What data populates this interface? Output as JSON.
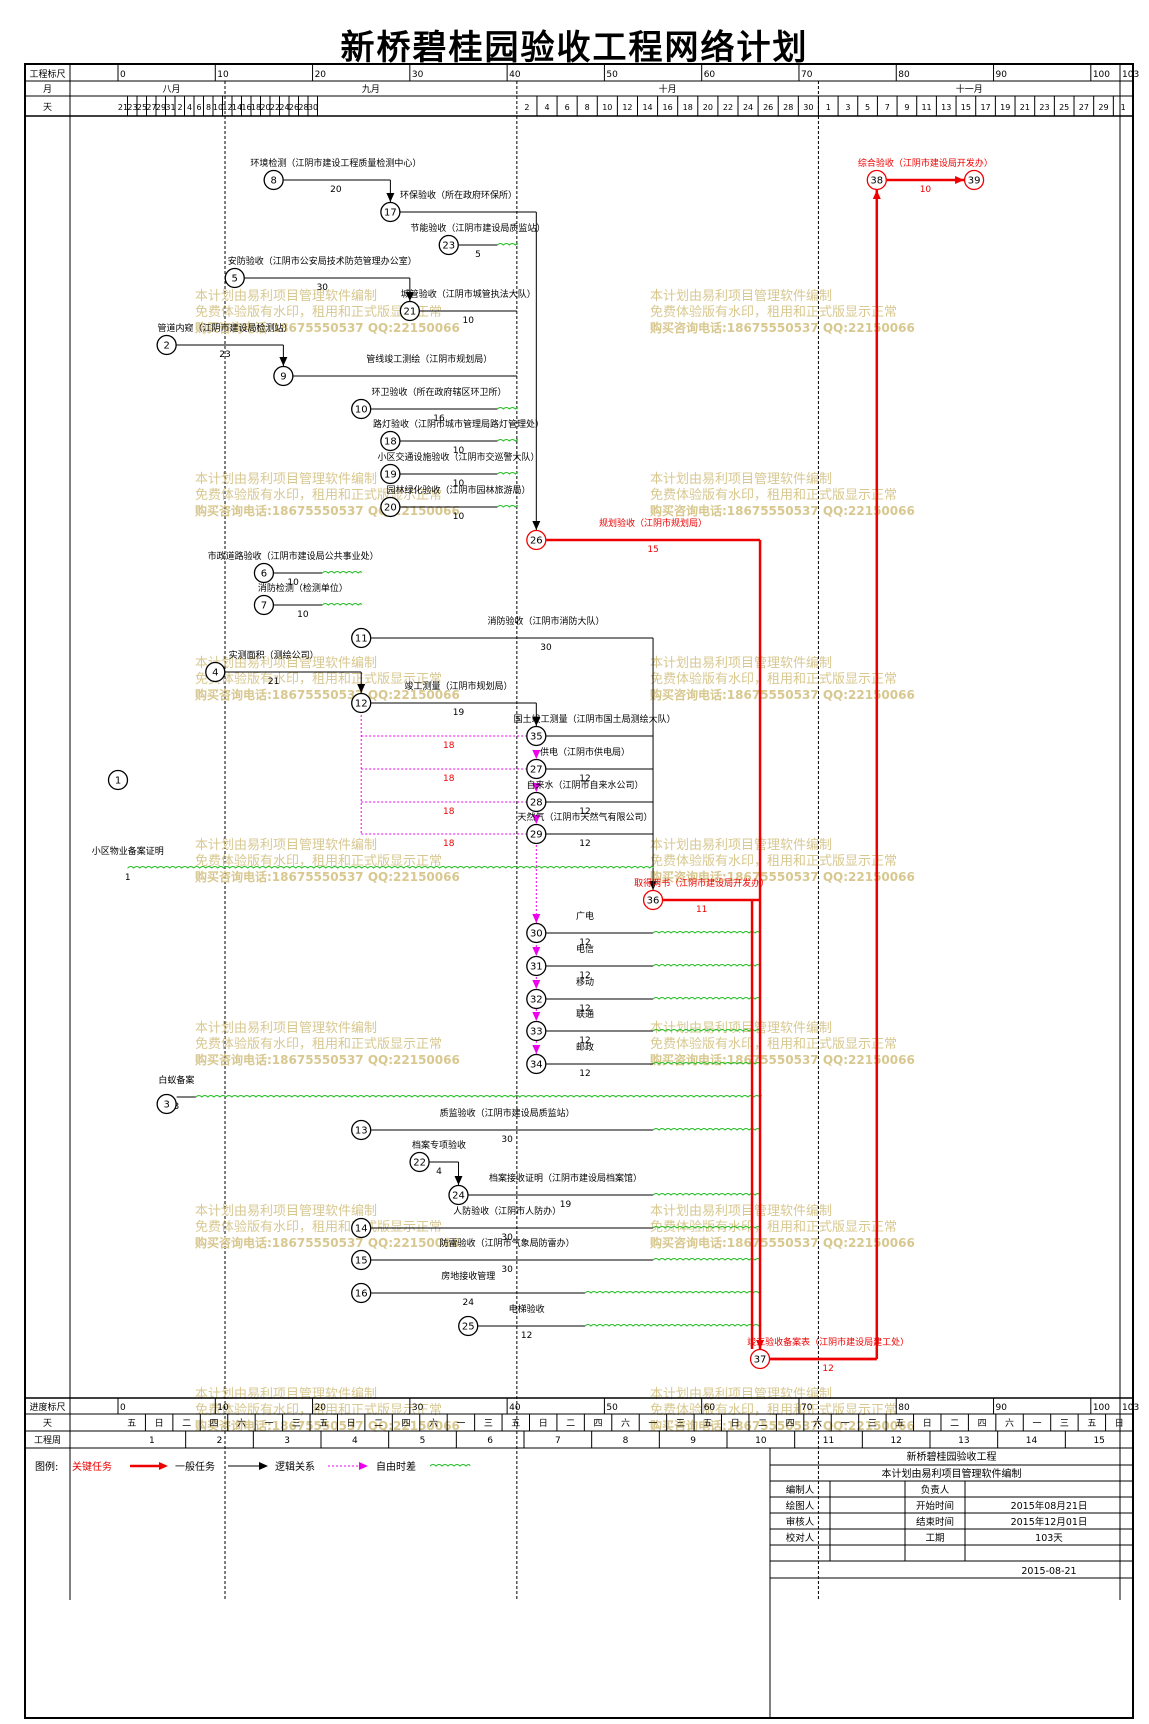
{
  "title": "新桥碧桂园验收工程网络计划",
  "header": {
    "ruler_label": "工程标尺",
    "month_label": "月",
    "day_label": "天",
    "ruler_ticks": [
      "0",
      "10",
      "20",
      "30",
      "40",
      "50",
      "60",
      "70",
      "80",
      "90",
      "100",
      "103"
    ],
    "months": [
      "八月",
      "九月",
      "十月",
      "十一月"
    ],
    "days_aug_sep": [
      "21",
      "23",
      "25",
      "27",
      "29",
      "31",
      "2",
      "4",
      "6",
      "8",
      "10",
      "12",
      "14",
      "16",
      "18",
      "20",
      "22",
      "24",
      "26",
      "28",
      "30"
    ],
    "days_oct": [
      "2",
      "4",
      "6",
      "8",
      "10",
      "12",
      "14",
      "16",
      "18",
      "20",
      "22",
      "24",
      "26",
      "28",
      "30"
    ],
    "days_nov": [
      "1",
      "3",
      "5",
      "7",
      "9",
      "11",
      "13",
      "15",
      "17",
      "19",
      "21",
      "23",
      "25",
      "27",
      "29",
      "1"
    ]
  },
  "footer": {
    "ruler_label": "进度标尺",
    "day_label": "天",
    "week_label": "工程周",
    "ruler_ticks": [
      "0",
      "10",
      "20",
      "30",
      "40",
      "50",
      "60",
      "70",
      "80",
      "90",
      "100",
      "103"
    ],
    "weekdays": [
      "五",
      "日",
      "二",
      "四",
      "六",
      "一",
      "三",
      "五",
      "日",
      "二",
      "四",
      "六",
      "一",
      "三",
      "五",
      "日",
      "二",
      "四",
      "六",
      "一",
      "三",
      "五",
      "日",
      "二",
      "四",
      "六",
      "一",
      "三",
      "五",
      "日",
      "二",
      "四",
      "六",
      "一",
      "三",
      "五",
      "日"
    ],
    "weeks": [
      "1",
      "2",
      "3",
      "4",
      "5",
      "6",
      "7",
      "8",
      "9",
      "10",
      "11",
      "12",
      "13",
      "14",
      "15"
    ]
  },
  "legend": {
    "label": "图例:",
    "critical": "关键任务",
    "normal": "一般任务",
    "logic": "逻辑关系",
    "free_float": "自由时差"
  },
  "info_box": {
    "project_name": "新桥碧桂园验收工程",
    "software": "本计划由易利项目管理软件编制",
    "rows": [
      [
        "编制人",
        "",
        "负责人",
        ""
      ],
      [
        "绘图人",
        "",
        "开始时间",
        "2015年08月21日"
      ],
      [
        "审核人",
        "",
        "结束时间",
        "2015年12月01日"
      ],
      [
        "校对人",
        "",
        "工期",
        "103天"
      ]
    ],
    "date": "2015-08-21"
  },
  "watermark": {
    "line1": "本计划由易利项目管理软件编制",
    "line2": "免费体验版有水印，租用和正式版显示正常",
    "line3": "购买咨询电话:18675550537 QQ:22150066"
  },
  "colors": {
    "critical": "#ee0000",
    "normal": "#000000",
    "logic": "#ee00ee",
    "float": "#22bb22",
    "watermark": "#d8c890"
  },
  "nodes": [
    {
      "id": "1",
      "day": 0,
      "row": 780
    },
    {
      "id": "2",
      "day": 5,
      "row": 345
    },
    {
      "id": "3",
      "day": 5,
      "row": 1104
    },
    {
      "id": "4",
      "day": 10,
      "row": 672
    },
    {
      "id": "5",
      "day": 12,
      "row": 278
    },
    {
      "id": "6",
      "day": 15,
      "row": 573
    },
    {
      "id": "7",
      "day": 15,
      "row": 605
    },
    {
      "id": "8",
      "day": 16,
      "row": 180
    },
    {
      "id": "9",
      "day": 17,
      "row": 376
    },
    {
      "id": "10",
      "day": 25,
      "row": 409
    },
    {
      "id": "11",
      "day": 25,
      "row": 638
    },
    {
      "id": "12",
      "day": 25,
      "row": 703
    },
    {
      "id": "13",
      "day": 25,
      "row": 1130
    },
    {
      "id": "14",
      "day": 25,
      "row": 1228
    },
    {
      "id": "15",
      "day": 25,
      "row": 1260
    },
    {
      "id": "16",
      "day": 25,
      "row": 1293
    },
    {
      "id": "17",
      "day": 28,
      "row": 212
    },
    {
      "id": "18",
      "day": 28,
      "row": 441
    },
    {
      "id": "19",
      "day": 28,
      "row": 474
    },
    {
      "id": "20",
      "day": 28,
      "row": 507
    },
    {
      "id": "21",
      "day": 30,
      "row": 311
    },
    {
      "id": "22",
      "day": 31,
      "row": 1162
    },
    {
      "id": "23",
      "day": 34,
      "row": 245
    },
    {
      "id": "24",
      "day": 35,
      "row": 1195
    },
    {
      "id": "25",
      "day": 36,
      "row": 1326
    },
    {
      "id": "26",
      "day": 43,
      "row": 540
    },
    {
      "id": "27",
      "day": 43,
      "row": 769
    },
    {
      "id": "28",
      "day": 43,
      "row": 802
    },
    {
      "id": "29",
      "day": 43,
      "row": 834
    },
    {
      "id": "30",
      "day": 43,
      "row": 933
    },
    {
      "id": "31",
      "day": 43,
      "row": 966
    },
    {
      "id": "32",
      "day": 43,
      "row": 999
    },
    {
      "id": "33",
      "day": 43,
      "row": 1031
    },
    {
      "id": "34",
      "day": 43,
      "row": 1064
    },
    {
      "id": "35",
      "day": 43,
      "row": 736
    },
    {
      "id": "36",
      "day": 55,
      "row": 900
    },
    {
      "id": "37",
      "day": 66,
      "row": 1359
    },
    {
      "id": "38",
      "day": 78,
      "row": 180
    },
    {
      "id": "39",
      "day": 88,
      "row": 180
    }
  ],
  "tasks": [
    {
      "from": "8",
      "name": "环境检测（江阴市建设工程质量检测中心）",
      "dur": "20",
      "row": 180,
      "start": 16,
      "end": 28,
      "finish": "down",
      "to": "17",
      "lblx": 22.4
    },
    {
      "from": "17",
      "name": "环保验收（所在政府环保所）",
      "dur": "",
      "row": 212,
      "start": 28,
      "end": 41,
      "finish": "down",
      "to": "26",
      "lblx": 35
    },
    {
      "from": "23",
      "name": "节能验收（江阴市建设局质监站）",
      "dur": "5",
      "row": 245,
      "start": 34,
      "end": 39,
      "float_to": 41,
      "lblx": 37
    },
    {
      "from": "5",
      "name": "安防验收（江阴市公安局技术防范管理办公室）",
      "dur": "30",
      "row": 278,
      "start": 12,
      "end": 30,
      "finish": "down",
      "to": "21",
      "lblx": 21
    },
    {
      "from": "21",
      "name": "城管验收（江阴市城管执法大队）",
      "dur": "10",
      "row": 311,
      "start": 30,
      "end": 41,
      "lblx": 36
    },
    {
      "from": "2",
      "name": "管道内窥（江阴市建设局检测站）",
      "dur": "23",
      "row": 345,
      "start": 5,
      "end": 17,
      "finish": "down",
      "to": "9",
      "lblx": 11
    },
    {
      "from": "9",
      "name": "管线竣工测绘（江阴市规划局）",
      "dur": "",
      "row": 376,
      "start": 17,
      "end": 41,
      "lblx": 32
    },
    {
      "from": "10",
      "name": "环卫验收（所在政府辖区环卫所）",
      "dur": "16",
      "row": 409,
      "start": 25,
      "end": 39,
      "float_to": 41,
      "lblx": 33
    },
    {
      "from": "18",
      "name": "路灯验收（江阴市城市管理局路灯管理处）",
      "dur": "10",
      "row": 441,
      "start": 28,
      "end": 39,
      "float_to": 41,
      "lblx": 35
    },
    {
      "from": "19",
      "name": "小区交通设施验收（江阴市交巡警大队）",
      "dur": "10",
      "row": 474,
      "start": 28,
      "end": 39,
      "float_to": 41,
      "lblx": 35
    },
    {
      "from": "20",
      "name": "园林绿化验收（江阴市园林旅游局）",
      "dur": "10",
      "row": 507,
      "start": 28,
      "end": 39,
      "float_to": 41,
      "lblx": 35
    },
    {
      "from": "26",
      "name": "规划验收（江阴市规划局）",
      "dur": "15",
      "row": 540,
      "start": 43,
      "end": 66,
      "critical": true,
      "lblx": 55
    },
    {
      "from": "6",
      "name": "市政道路验收（江阴市建设局公共事业处）",
      "dur": "10",
      "row": 573,
      "start": 15,
      "end": 21,
      "float_to": 25,
      "lblx": 18
    },
    {
      "from": "7",
      "name": "消防检测（检测单位）",
      "dur": "10",
      "row": 605,
      "start": 15,
      "end": 21,
      "float_to": 25,
      "lblx": 19
    },
    {
      "from": "11",
      "name": "消防验收（江阴市消防大队）",
      "dur": "30",
      "row": 638,
      "start": 25,
      "end": 55,
      "finish": "down",
      "to": "36",
      "lblx": 44
    },
    {
      "from": "4",
      "name": "实测面积（测绘公司）",
      "dur": "21",
      "row": 672,
      "start": 10,
      "end": 25,
      "finish": "down",
      "to": "12",
      "lblx": 16
    },
    {
      "from": "12",
      "name": "竣工测量（江阴市规划局）",
      "dur": "19",
      "row": 703,
      "start": 25,
      "end": 43,
      "finish": "down",
      "to": "35",
      "lblx": 35
    },
    {
      "from": "35",
      "name": "国土竣工测量（江阴市国土局测绘大队）",
      "dur": "",
      "row": 736,
      "start": 43,
      "end": 55,
      "lblx": 49
    },
    {
      "from": "27",
      "name": "供电（江阴市供电局）",
      "dur": "12",
      "row": 769,
      "start": 43,
      "end": 55,
      "lblx": 48
    },
    {
      "from": "28",
      "name": "自来水（江阴市自来水公司）",
      "dur": "12",
      "row": 802,
      "start": 43,
      "end": 55,
      "lblx": 48
    },
    {
      "from": "29",
      "name": "天然气（江阴市天然气有限公司）",
      "dur": "12",
      "row": 834,
      "start": 43,
      "end": 55,
      "lblx": 48
    },
    {
      "from": "1",
      "name": "小区物业备案证明",
      "dur": "1",
      "row": 868,
      "start": 0,
      "end": 1,
      "float_to": 55,
      "lblx": 1
    },
    {
      "from": "36",
      "name": "取得两书（江阴市建设局开发办）",
      "dur": "11",
      "row": 900,
      "start": 55,
      "end": 66,
      "critical": true,
      "lblx": 60
    },
    {
      "from": "30",
      "name": "广电",
      "dur": "12",
      "row": 933,
      "start": 43,
      "end": 55,
      "float_to": 66,
      "lblx": 48
    },
    {
      "from": "31",
      "name": "电信",
      "dur": "12",
      "row": 966,
      "start": 43,
      "end": 55,
      "float_to": 66,
      "lblx": 48
    },
    {
      "from": "32",
      "name": "移动",
      "dur": "12",
      "row": 999,
      "start": 43,
      "end": 55,
      "float_to": 66,
      "lblx": 48
    },
    {
      "from": "33",
      "name": "联通",
      "dur": "12",
      "row": 1031,
      "start": 43,
      "end": 55,
      "float_to": 66,
      "lblx": 48
    },
    {
      "from": "34",
      "name": "邮政",
      "dur": "12",
      "row": 1064,
      "start": 43,
      "end": 55,
      "float_to": 66,
      "lblx": 48
    },
    {
      "from": "3",
      "name": "白蚁备案",
      "dur": "3",
      "row": 1097,
      "start": 5,
      "end": 8,
      "float_to": 66,
      "lblx": 6
    },
    {
      "from": "13",
      "name": "质监验收（江阴市建设局质监站）",
      "dur": "30",
      "row": 1130,
      "start": 25,
      "end": 55,
      "float_to": 66,
      "lblx": 40
    },
    {
      "from": "22",
      "name": "档案专项验收",
      "dur": "4",
      "row": 1162,
      "start": 31,
      "end": 35,
      "finish": "down",
      "to": "24",
      "lblx": 33
    },
    {
      "from": "24",
      "name": "档案接收证明（江阴市建设局档案馆）",
      "dur": "19",
      "row": 1195,
      "start": 35,
      "end": 55,
      "float_to": 66,
      "lblx": 46
    },
    {
      "from": "14",
      "name": "人防验收（江阴市人防办）",
      "dur": "30",
      "row": 1228,
      "start": 25,
      "end": 55,
      "float_to": 66,
      "lblx": 40
    },
    {
      "from": "15",
      "name": "防雷验收（江阴市气象局防雷办）",
      "dur": "30",
      "row": 1260,
      "start": 25,
      "end": 55,
      "float_to": 66,
      "lblx": 40
    },
    {
      "from": "16",
      "name": "房地接收管理",
      "dur": "24",
      "row": 1293,
      "start": 25,
      "end": 48,
      "float_to": 66,
      "lblx": 36
    },
    {
      "from": "25",
      "name": "电梯验收",
      "dur": "12",
      "row": 1326,
      "start": 36,
      "end": 48,
      "float_to": 66,
      "lblx": 42
    },
    {
      "from": "37",
      "name": "竣工验收备案表（江阴市建设局建工处）",
      "dur": "12",
      "row": 1359,
      "start": 66,
      "end": 78,
      "critical": true,
      "lblx": 73
    },
    {
      "from": "38",
      "name": "综合验收（江阴市建设局开发办）",
      "dur": "10",
      "row": 180,
      "start": 78,
      "end": 88,
      "critical": true,
      "lblx": 83
    }
  ]
}
